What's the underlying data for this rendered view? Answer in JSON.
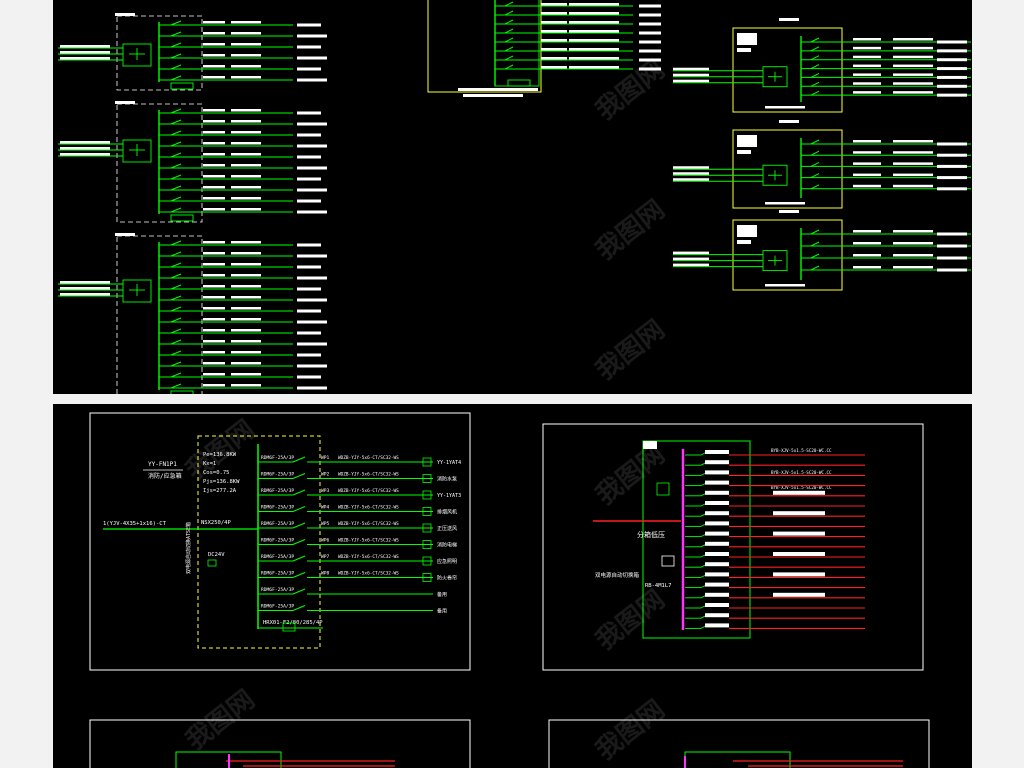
{
  "watermark": "我图网",
  "colors": {
    "wire": "#00ff00",
    "white": "#ffffff",
    "yellow": "#ffff33",
    "red": "#ff2020",
    "magenta": "#ff33ff",
    "frame": "#ffffff"
  },
  "detail_box": {
    "title_line1": "YY-FN1P1",
    "title_line2": "消防/应急箱",
    "params": [
      "Pe=136.8KW",
      "Kx=1",
      "Cos=0.75",
      "Pjs=136.8KW",
      "Ijs=277.2A"
    ],
    "incoming_cable": "1(YJV-4X35+1x16)-CT",
    "main_breaker": "NSX250/4P",
    "dc_label": "DC24V",
    "side_note": "双电源自动切换ATSE箱",
    "spd": "HRX01-F2/80/285/4P",
    "circuits": [
      {
        "breaker": "RDM6F-25A/3P",
        "tag": "WP1",
        "cable": "WDZB-YJY-5x6-CT/SC32-WS",
        "load": "YY-1YAT4"
      },
      {
        "breaker": "RDM6F-25A/3P",
        "tag": "WP2",
        "cable": "WDZB-YJY-5x6-CT/SC32-WS",
        "load": "消防水泵"
      },
      {
        "breaker": "RDM6F-25A/3P",
        "tag": "WP3",
        "cable": "WDZB-YJY-5x6-CT/SC32-WS",
        "load": "YY-1YAT3"
      },
      {
        "breaker": "RDM6F-25A/3P",
        "tag": "WP4",
        "cable": "WDZB-YJY-5x6-CT/SC32-WS",
        "load": "排烟风机"
      },
      {
        "breaker": "RDM6F-25A/3P",
        "tag": "WP5",
        "cable": "WDZB-YJY-5x6-CT/SC32-WS",
        "load": "正压送风"
      },
      {
        "breaker": "RDM6F-25A/3P",
        "tag": "WP6",
        "cable": "WDZB-YJY-5x6-CT/SC32-WS",
        "load": "消防电梯"
      },
      {
        "breaker": "RDM6F-25A/3P",
        "tag": "WP7",
        "cable": "WDZB-YJY-5x6-CT/SC32-WS",
        "load": "应急照明"
      },
      {
        "breaker": "RDM6F-25A/3P",
        "tag": "WP8",
        "cable": "WDZB-YJY-5x6-CT/SC32-WS",
        "load": "防火卷帘"
      },
      {
        "breaker": "RDM6F-25A/3P",
        "tag": "",
        "cable": "",
        "load": "备用"
      },
      {
        "breaker": "RDM6F-25A/3P",
        "tag": "",
        "cable": "",
        "load": "备用"
      }
    ]
  },
  "red_box": {
    "label_main": "分箱低压",
    "label_sub": "双电源自动切换箱",
    "label_ref": "RB-4M1L7",
    "feeders_head": [
      "BYB-XJV-5x1.5-SC20-WC.CC",
      "BYB-XJV-5x1.5-SC20-WC.CC",
      "BYB-XJV-5x1.5-SC20-WC.CC"
    ],
    "feeder_count": 18
  }
}
